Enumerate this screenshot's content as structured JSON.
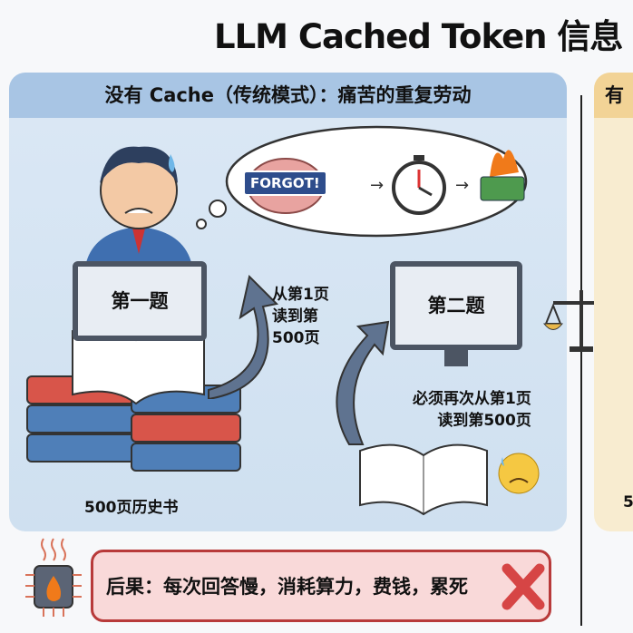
{
  "title": "LLM Cached Token 信息",
  "left_panel": {
    "header": "没有 Cache（传统模式）：痛苦的重复劳动",
    "thought_bubble": {
      "brain_label": "FORGOT!",
      "icons": [
        "brain-icon",
        "stopwatch-icon",
        "burning-money-icon"
      ]
    },
    "monitor_1": "第一题",
    "monitor_2": "第二题",
    "arrow_note_1": [
      "从第1页",
      "读到第",
      "500页"
    ],
    "arrow_note_2": [
      "必须再次从第1页",
      "读到第500页"
    ],
    "books_label": "500页历史书",
    "result": "后果：每次回答慢，消耗算力，费钱，累死"
  },
  "right_panel": {
    "header": "有",
    "partial_text": "5"
  },
  "colors": {
    "left_header": "#a8c5e4",
    "right_header": "#f2d396",
    "result_border": "#b83a3a",
    "result_fill": "#f9d9d9",
    "cross": "#d64545"
  }
}
